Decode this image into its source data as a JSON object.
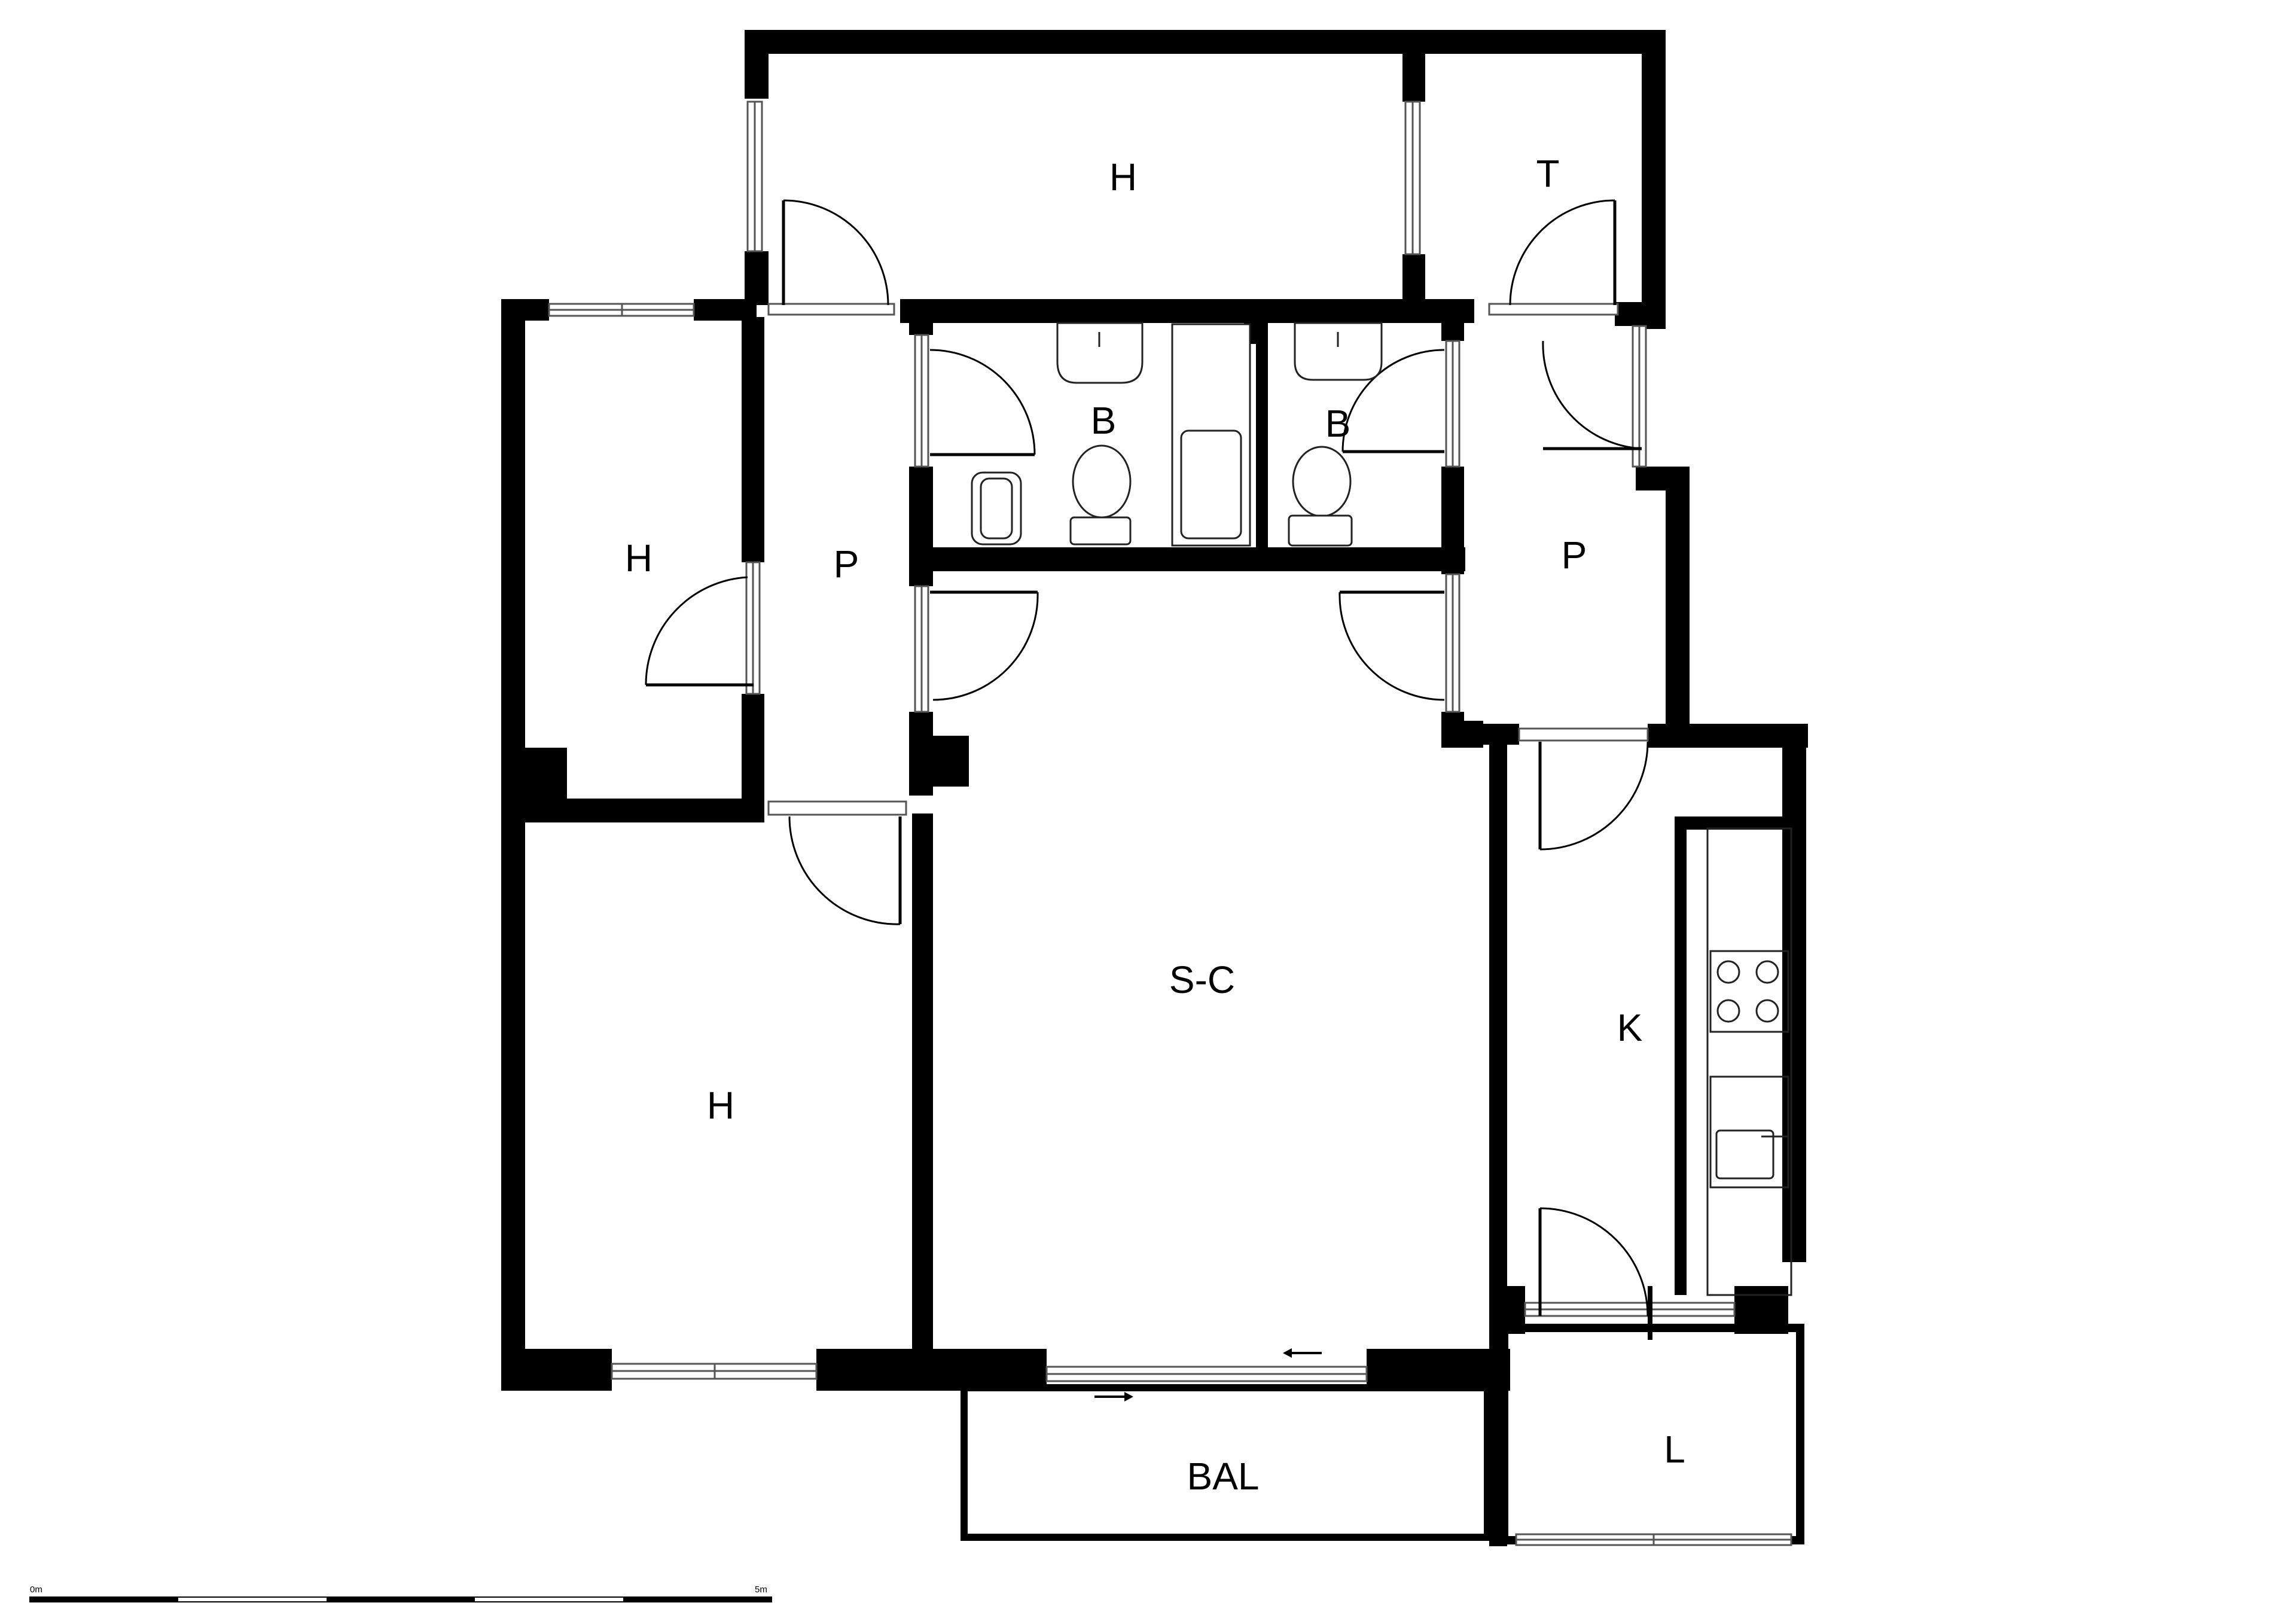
{
  "plan": {
    "rooms": [
      {
        "label": "H"
      },
      {
        "label": "T"
      },
      {
        "label": "H"
      },
      {
        "label": "P"
      },
      {
        "label": "B"
      },
      {
        "label": "B"
      },
      {
        "label": "P"
      },
      {
        "label": "S-C"
      },
      {
        "label": "H"
      },
      {
        "label": "K"
      },
      {
        "label": "BAL"
      },
      {
        "label": "L"
      }
    ]
  },
  "scale": {
    "start": "0m",
    "end": "5m"
  }
}
